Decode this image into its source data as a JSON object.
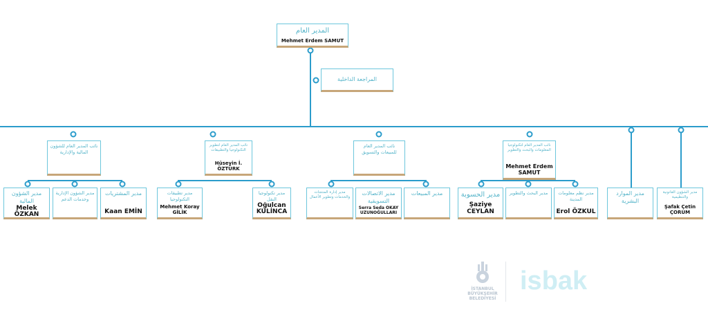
{
  "colors": {
    "line": "#2b9ccb",
    "border": "#6cc6dc",
    "accent_bottom": "#c7a679",
    "arabic_text": "#55b4c9"
  },
  "top": {
    "title": "المدير العام",
    "name": "Mehmet Erdem SAMUT"
  },
  "audit": {
    "title": "المراجعة الداخلية"
  },
  "deputies": [
    {
      "title": "نائب المدير العام للشؤون المالية والإدارية",
      "name": "",
      "children": [
        {
          "title": "مدير الشؤون المالية",
          "name": "Melek ÖZKAN"
        },
        {
          "title": "مدير الشؤون الإدارية وخدمات الدعم",
          "name": ""
        },
        {
          "title": "مدير المشتريات",
          "name": "Kaan EMİN"
        }
      ]
    },
    {
      "title": "نائب المدير العام لتطوير التكنولوجيا والتطبيقات",
      "name": "Hüseyin İ. ÖZTÜRK",
      "children": [
        {
          "title": "مدير تطبيقات التكنولوجيا",
          "name": "Mehmet Koray GİLİK"
        },
        {
          "title": "مدير تكنولوجيا النقل",
          "name": "Oğulcan KULİNCA"
        }
      ]
    },
    {
      "title": "نائب المدير العام للمبيعات والتسويق",
      "name": "",
      "children": [
        {
          "title": "مدير إدارة المنتجات والخدمات وتطوير الأعمال",
          "name": ""
        },
        {
          "title": "مدير الاتصالات التسويقية",
          "name": "Serra Seda OKAY UZUNOĞULLARI"
        },
        {
          "title": "مدير المبيعات",
          "name": ""
        }
      ]
    },
    {
      "title": "نائب المدير العام لتكنولوجيا المعلومات والبحث والتطوير",
      "name": "Mehmet Erdem SAMUT",
      "children": [
        {
          "title": "مدير الحسوبة",
          "name": "Şaziye CEYLAN"
        },
        {
          "title": "مدير البحث والتطوير",
          "name": ""
        },
        {
          "title": "مدير نظم معلومات المدينة",
          "name": "Erol ÖZKUL"
        }
      ]
    }
  ],
  "direct": [
    {
      "title": "مدير الموارد البشرية",
      "name": ""
    },
    {
      "title": "مدير الشؤون القانونية والتنظيمية",
      "name": "Şafak Çetin ÇORUM"
    }
  ],
  "logos": {
    "ibb": "İSTANBUL BÜYÜKŞEHİR BELEDİYESİ",
    "isbak": "isbak"
  }
}
